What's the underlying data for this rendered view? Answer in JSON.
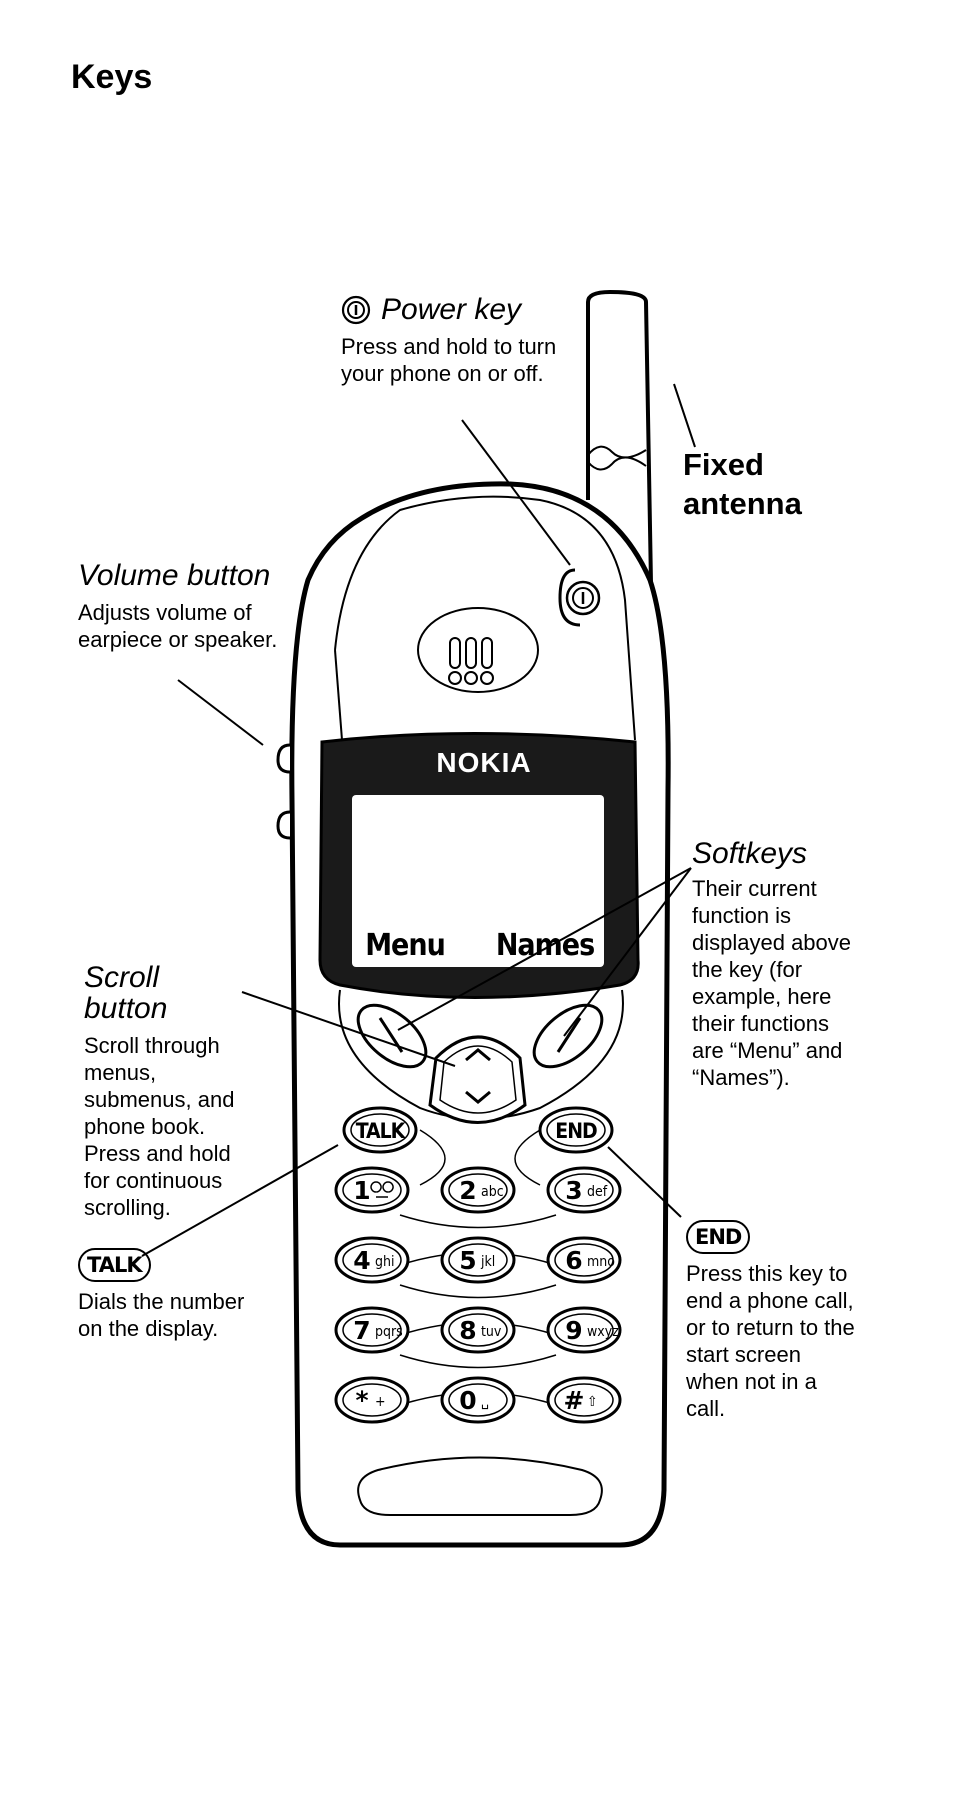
{
  "page": {
    "title": "Keys"
  },
  "phone": {
    "brand": "NOKIA",
    "left_softkey": "Menu",
    "right_softkey": "Names",
    "talk_key": "TALK",
    "end_key": "END",
    "keys": [
      {
        "digit": "1",
        "letters": " "
      },
      {
        "digit": "2",
        "letters": "abc"
      },
      {
        "digit": "3",
        "letters": "def"
      },
      {
        "digit": "4",
        "letters": "ghi"
      },
      {
        "digit": "5",
        "letters": "jkl"
      },
      {
        "digit": "6",
        "letters": "mno"
      },
      {
        "digit": "7",
        "letters": "pqrs"
      },
      {
        "digit": "8",
        "letters": "tuv"
      },
      {
        "digit": "9",
        "letters": "wxyz"
      },
      {
        "digit": "*",
        "letters": "+"
      },
      {
        "digit": "0",
        "letters": "␣"
      },
      {
        "digit": "#",
        "letters": "⇧"
      }
    ]
  },
  "callouts": {
    "power": {
      "heading": "Power key",
      "description": "Press and hold to turn your phone on or off."
    },
    "antenna": {
      "heading": "Fixed antenna"
    },
    "volume": {
      "heading": "Volume button",
      "description": "Adjusts volume of earpiece or speaker."
    },
    "softkeys": {
      "heading": "Softkeys",
      "description": "Their current function is displayed above the key (for example, here their functions are “Menu” and “Names”)."
    },
    "scroll": {
      "heading": "Scroll button",
      "description": "Scroll through menus, submenus, and phone book. Press and hold for continuous scrolling."
    },
    "talk": {
      "badge": "TALK",
      "description": "Dials the number on the display."
    },
    "end": {
      "badge": "END",
      "description": "Press this key to end a phone call, or to return to the start screen when not in a call."
    }
  }
}
